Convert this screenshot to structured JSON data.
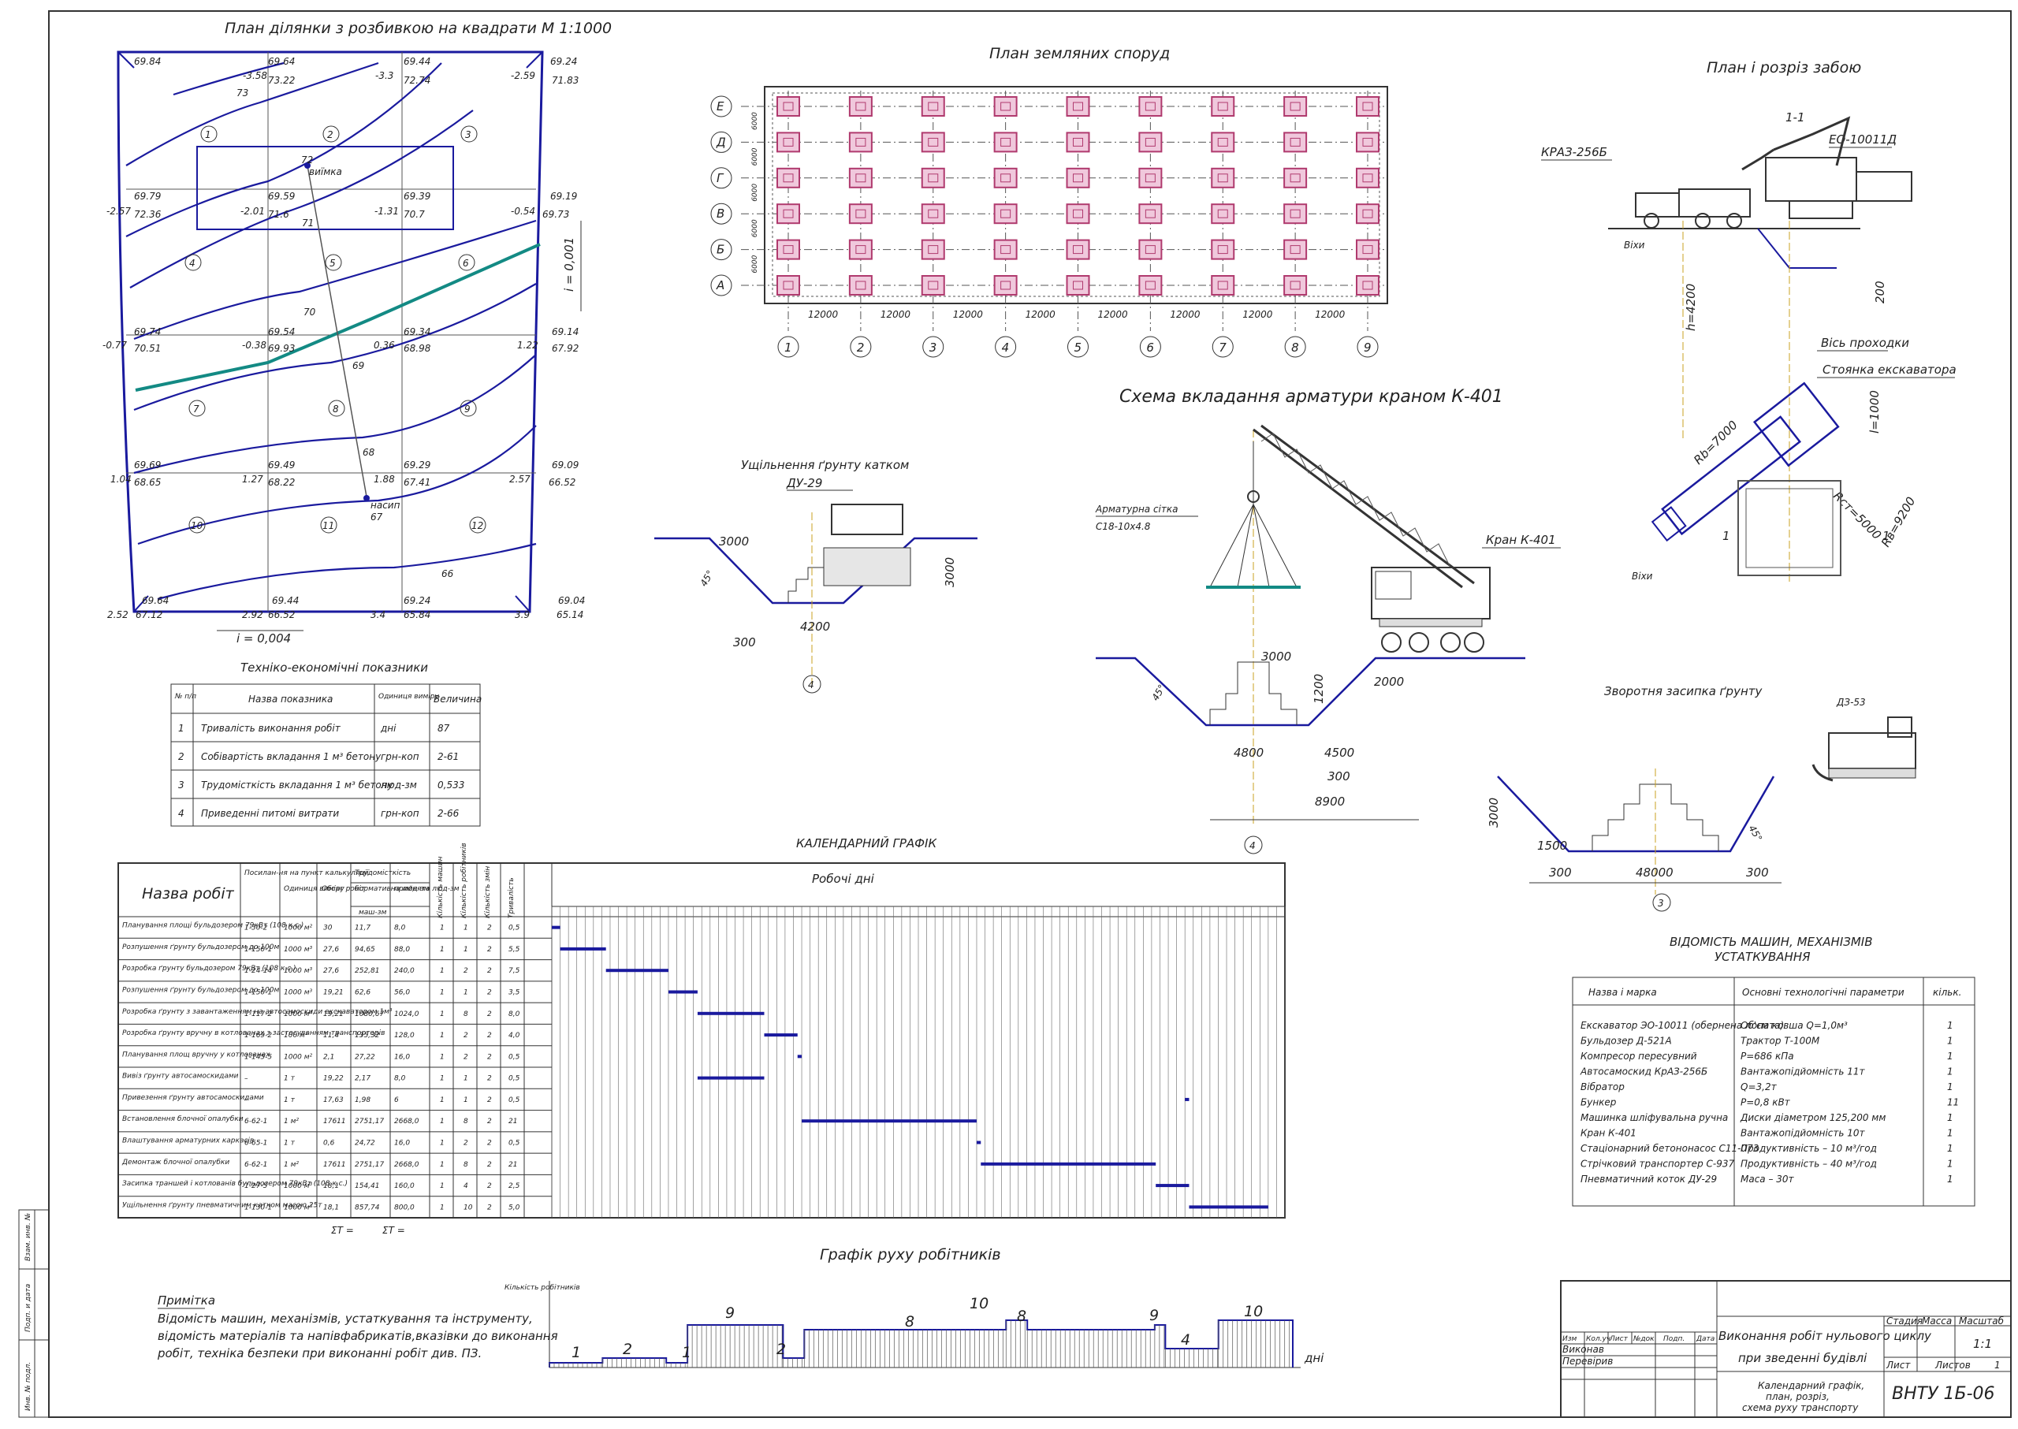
{
  "site_plan": {
    "title": "План ділянки з розбивкою на квадрати М 1:1000",
    "slope_x": "i = 0,004",
    "slope_y": "i = 0,001",
    "pit_label": "виїмка",
    "fill_label": "насип",
    "square_numbers": [
      "1",
      "2",
      "3",
      "4",
      "5",
      "6",
      "7",
      "8",
      "9",
      "10",
      "11",
      "12"
    ],
    "row1": [
      "69.84",
      "69.64",
      "69.44",
      "69.24"
    ],
    "row1b": [
      "-3.58",
      "73.22",
      "-3.3",
      "72.74",
      "-2.59",
      "71.83"
    ],
    "row2": [
      "69.79",
      "69.59",
      "69.39",
      "69.19"
    ],
    "row2b": [
      "-2.57",
      "72.36",
      "-2.01",
      "71.6",
      "-1.31",
      "70.7",
      "-0.54",
      "69.73"
    ],
    "row3": [
      "69.74",
      "69.54",
      "69.34",
      "69.14"
    ],
    "row3b": [
      "-0.77",
      "70.51",
      "-0.38",
      "69.93",
      "0.36",
      "68.98",
      "1.22",
      "67.92"
    ],
    "row4": [
      "69.69",
      "69.49",
      "69.29",
      "69.09"
    ],
    "row4b": [
      "1.04",
      "68.65",
      "1.27",
      "68.22",
      "1.88",
      "67.41",
      "2.57",
      "66.52"
    ],
    "row5": [
      "69.64",
      "69.44",
      "69.24",
      "69.04"
    ],
    "row5b": [
      "2.52",
      "67.12",
      "2.92",
      "66.52",
      "3.4",
      "65.84",
      "3.9",
      "65.14"
    ],
    "contours": [
      "73",
      "72",
      "71",
      "70",
      "69",
      "68",
      "67",
      "66"
    ]
  },
  "earth_plan": {
    "title": "План земляних споруд",
    "row_axes": [
      "Е",
      "Д",
      "Г",
      "В",
      "Б",
      "А"
    ],
    "col_axes": [
      "1",
      "2",
      "3",
      "4",
      "5",
      "6",
      "7",
      "8",
      "9"
    ],
    "spacing_x": "12000",
    "spacing_y": "6000"
  },
  "face_plan": {
    "title": "План і розріз забою",
    "section": "1-1",
    "truck": "КРАЗ-256Б",
    "excavator": "ЕО-10011Д",
    "stakes": "Віхи",
    "depth": "h=4200",
    "dim200": "200",
    "axis": "Вісь проходки",
    "stop": "Стоянка екскаватора",
    "rb": "Rb=7000",
    "rst": "Rст=5000",
    "rv": "Rв=9200",
    "dim1000": "l=1000",
    "stake2": "Віхи",
    "mark1": "1"
  },
  "compaction": {
    "title": "Ущільнення ґрунту катком",
    "roller": "ДУ-29",
    "d3000a": "3000",
    "d3000b": "3000",
    "d300": "300",
    "d4200": "4200",
    "angle": "45°",
    "axis": "4"
  },
  "crane": {
    "title": "Схема вкладання арматури краном К-401",
    "mesh": "Арматурна сітка",
    "mesh_spec": "С18-10х4.8",
    "crane": "Кран К-401",
    "d3000": "3000",
    "d1200": "1200",
    "d2000": "2000",
    "d4800": "4800",
    "d4500": "4500",
    "d300": "300",
    "d8900": "8900",
    "angle": "45°",
    "axis": "4"
  },
  "backfill": {
    "title": "Зворотня засипка ґрунту",
    "dozer": "ДЗ-53",
    "d3000": "3000",
    "d1500": "1500",
    "d300a": "300",
    "d48000": "48000",
    "d300b": "300",
    "angle": "45°",
    "axis": "3"
  },
  "tep": {
    "title": "Техніко-економічні показники",
    "headers": [
      "№ п/п",
      "Назва показника",
      "Одиниця виміру",
      "Величина"
    ],
    "rows": [
      [
        "1",
        "Тривалість виконання робіт",
        "дні",
        "87"
      ],
      [
        "2",
        "Собівартість вкладання 1 м³ бетону",
        "грн-коп",
        "2-61"
      ],
      [
        "3",
        "Трудомісткість вкладання 1 м³ бетону",
        "люд-зм",
        "0,533"
      ],
      [
        "4",
        "Приведенні питомі витрати",
        "грн-коп",
        "2-66"
      ]
    ]
  },
  "calendar": {
    "title": "КАЛЕНДАРНИЙ ГРАФІК",
    "work_days": "Робочі дні",
    "h_name": "Назва робіт",
    "h_ref": "Посилан-ня на пункт калькуляції",
    "h_unit": "Одиниця виміру",
    "h_vol": "Обсяг робіт",
    "h_labor": "Трудомісткість",
    "h_norm": "нормативна люд-зм",
    "h_accepted": "прийнята люд-зм",
    "h_machine": "маш-зм",
    "h_m": "Кількість машин",
    "h_workers": "Кількість робітників",
    "h_shift": "Кількість змін",
    "h_days": "Тривалість",
    "rows": [
      [
        "Планування площі бульдозером 79кВт (108 к.с.)",
        "1-30-2",
        "1000 м²",
        "30",
        "11,7",
        "8,0",
        "1",
        "1",
        "2",
        "0,5"
      ],
      [
        "Розпушення ґрунту бульдозером до 100м",
        "1-150-1",
        "1000 м³",
        "27,6",
        "94,65",
        "88,0",
        "1",
        "1",
        "2",
        "5,5"
      ],
      [
        "Розробка ґрунту бульдозером 79кВт (108 к.с.)",
        "1-24-14",
        "1000 м³",
        "27,6",
        "252,81",
        "240,0",
        "1",
        "2",
        "2",
        "7,5"
      ],
      [
        "Розпушення ґрунту бульдозером до 100м",
        "1-150-1",
        "1000 м³",
        "19,21",
        "62,6",
        "56,0",
        "1",
        "1",
        "2",
        "3,5"
      ],
      [
        "Розробка ґрунту з завантаженням на автосамоскиди екскаватором 1м³",
        "1-117-2",
        "1000 м³",
        "19,21",
        "1080,67",
        "1024,0",
        "1",
        "8",
        "2",
        "8,0"
      ],
      [
        "Розробка ґрунту вручну в котлованах з застосуванням транспортерів",
        "1-169-2",
        "100 м³",
        "11,4",
        "135,32",
        "128,0",
        "1",
        "2",
        "2",
        "4,0"
      ],
      [
        "Планування площ вручну у котлованах",
        "1-145-5",
        "1000 м²",
        "2,1",
        "27,22",
        "16,0",
        "1",
        "2",
        "2",
        "0,5"
      ],
      [
        "Вивіз ґрунту автосамоскидами",
        "–",
        "1 т",
        "19,22",
        "2,17",
        "8,0",
        "1",
        "1",
        "2",
        "0,5"
      ],
      [
        "Привезення ґрунту автосамоскидами",
        "–",
        "1 т",
        "17,63",
        "1,98",
        "6",
        "1",
        "1",
        "2",
        "0,5"
      ],
      [
        "Встановлення блочної опалубки",
        "6-62-1",
        "1 м²",
        "17611",
        "2751,17",
        "2668,0",
        "1",
        "8",
        "2",
        "21"
      ],
      [
        "Влаштування арматурних каркасів",
        "6-65-1",
        "1 т",
        "0,6",
        "24,72",
        "16,0",
        "1",
        "2",
        "2",
        "0,5"
      ],
      [
        "Демонтаж блочної опалубки",
        "6-62-1",
        "1 м²",
        "17611",
        "2751,17",
        "2668,0",
        "1",
        "8",
        "2",
        "21"
      ],
      [
        "Засипка траншей і котлованів бульдозером 79кВт (108 к.с.)",
        "1-27-5",
        "1000 м³",
        "18,1",
        "154,41",
        "160,0",
        "1",
        "4",
        "2",
        "2,5"
      ],
      [
        "Ущільнення ґрунту пневматичним катком масою 25т",
        "1-130-1",
        "1000 м³",
        "18,1",
        "857,74",
        "800,0",
        "1",
        "10",
        "2",
        "5,0"
      ]
    ],
    "sum1": "ΣT =",
    "sum2": "ΣT ="
  },
  "workforce": {
    "title": "Графік руху робітників",
    "ylabel": "Кількість робітників",
    "xlabel": "дні",
    "labels": [
      "1",
      "2",
      "1",
      "9",
      "2",
      "8",
      "10",
      "8",
      "9",
      "4",
      "10"
    ]
  },
  "note": {
    "head": "Примітка",
    "l1": "Відомість машин, механізмів, устаткування та інструменту,",
    "l2": "відомість матеріалів та напівфабрикатів,вказівки до виконання",
    "l3": "робіт, техніка безпеки при виконанні робіт див. ПЗ."
  },
  "machines": {
    "title1": "ВІДОМІСТЬ МАШИН, МЕХАНІЗМІВ",
    "title2": "УСТАТКУВАННЯ",
    "h_name": "Назва і марка",
    "h_par": "Основні технологічні параметри",
    "h_qty": "кільк.",
    "rows": [
      [
        "Екскаватор ЭО-10011 (обернена лопата)",
        "Об'єм ковша Q=1,0м³",
        "1"
      ],
      [
        "Бульдозер Д-521А",
        "Трактор Т-100М",
        "1"
      ],
      [
        "Компресор пересувний",
        "P=686 кПа",
        "1"
      ],
      [
        "Автосамоскид КрАЗ-256Б",
        "Вантажопідйомність 11т",
        "1"
      ],
      [
        "Вібратор",
        "Q=3,2т",
        "1"
      ],
      [
        "Бункер",
        "P=0,8 кВт",
        "11"
      ],
      [
        "Машинка шліфувальна ручна",
        "Диски діаметром 125,200 мм",
        "1"
      ],
      [
        "Кран К-401",
        "Вантажопідйомність 10т",
        "1"
      ],
      [
        "Стаціонарний бетононасос С11-073",
        "Продуктивність – 10 м³/год",
        "1"
      ],
      [
        "Стрічковий транспортер С-937",
        "Продуктивність – 40 м³/год",
        "1"
      ],
      [
        "Пневматичний коток ДУ-29",
        "Маса – 30т",
        "1"
      ]
    ]
  },
  "stamp": {
    "h": [
      "Изм",
      "Кол.уч",
      "Лист",
      "№док",
      "Подп.",
      "Дата"
    ],
    "r1": "Виконав",
    "r2": "Перевірив",
    "title1": "Виконання робіт нульового циклу",
    "title2": "при зведенні будівлі",
    "sub1": "Календарний графік,",
    "sub2": "план, розріз,",
    "sub3": "схема руху транспорту",
    "stage": "Стадия",
    "mass": "Масса",
    "scale": "Масштаб",
    "scale_v": "1:1",
    "sheet": "Лист",
    "sheets": "Листов",
    "sheets_v": "1",
    "code": "ВНТУ 1Б-06"
  },
  "left_strip": [
    "Взам. инв. №",
    "Подп. и дата",
    "Инв. № подл."
  ],
  "colors": {
    "line": "#1a1a9e",
    "teal": "#138a84",
    "pink": "#b03a6e",
    "ink": "#222222"
  }
}
